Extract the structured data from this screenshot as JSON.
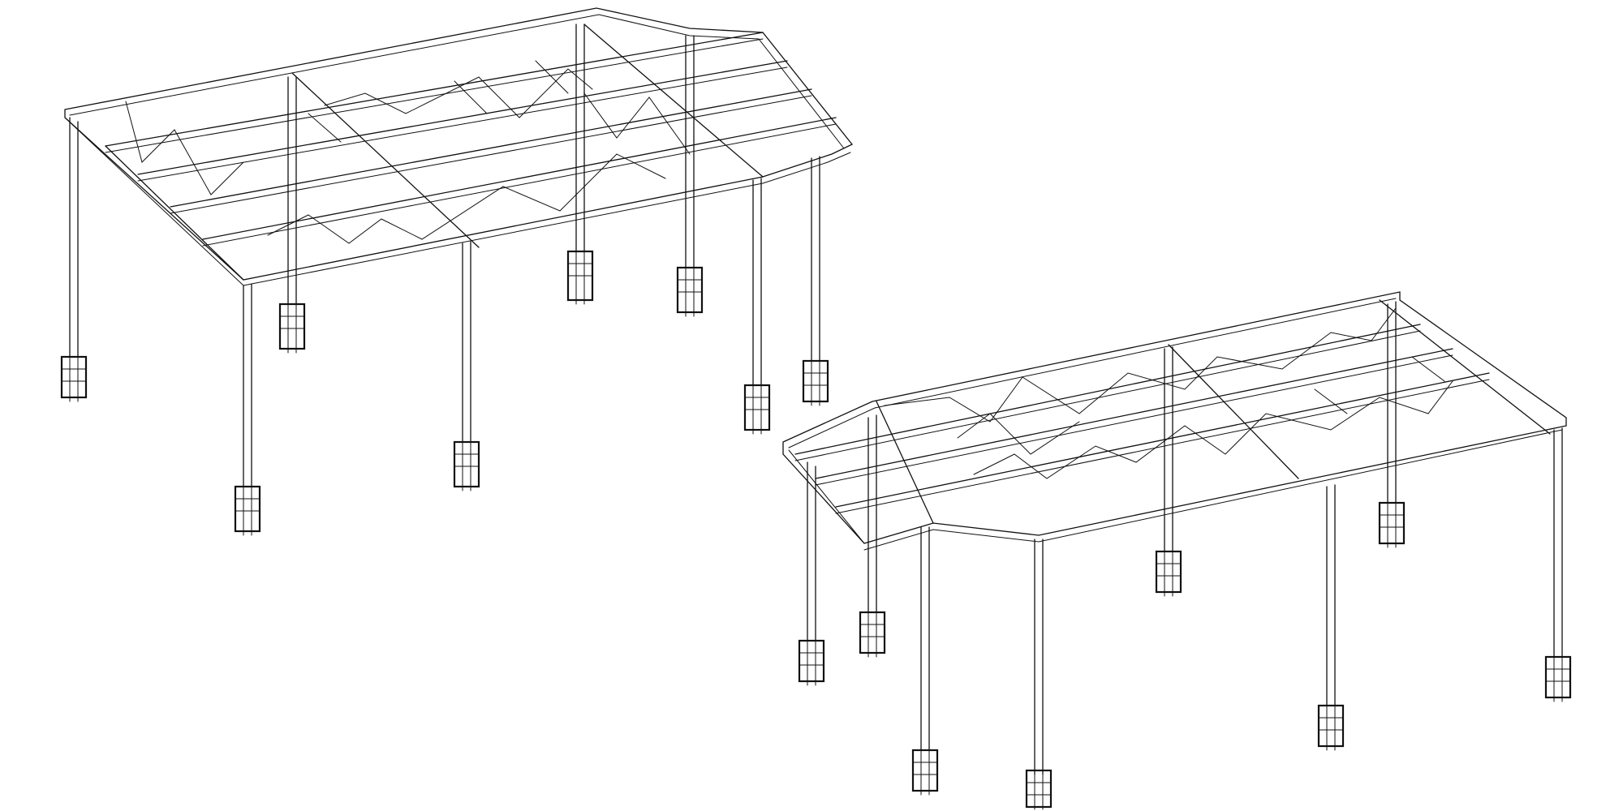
{
  "drawing": {
    "subject": "",
    "line_color": "#111111",
    "background": "#ffffff",
    "structures": [
      {
        "name": "canopy-frame-left",
        "columns": 8,
        "footings": 8
      },
      {
        "name": "canopy-frame-right",
        "columns": 8,
        "footings": 8
      }
    ]
  }
}
